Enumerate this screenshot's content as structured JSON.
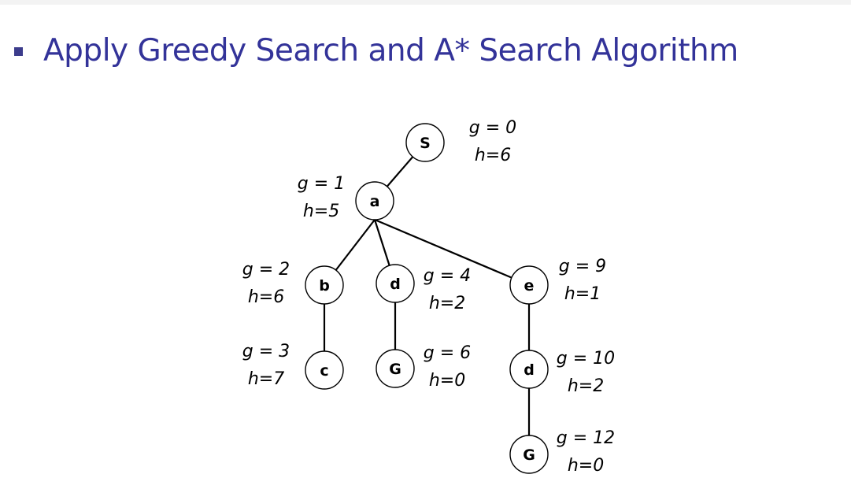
{
  "heading": {
    "text": "Apply Greedy Search and A* Search Algorithm",
    "color": "#333399",
    "bullet_color": "#3c3c8c"
  },
  "tree": {
    "nodes": [
      {
        "id": "S",
        "label": "S",
        "g": "g = 0",
        "h": "h=6"
      },
      {
        "id": "a",
        "label": "a",
        "g": "g = 1",
        "h": "h=5"
      },
      {
        "id": "b",
        "label": "b",
        "g": "g = 2",
        "h": "h=6"
      },
      {
        "id": "d1",
        "label": "d",
        "g": "g = 4",
        "h": "h=2"
      },
      {
        "id": "e",
        "label": "e",
        "g": "g = 9",
        "h": "h=1"
      },
      {
        "id": "c",
        "label": "c",
        "g": "g = 3",
        "h": "h=7"
      },
      {
        "id": "G1",
        "label": "G",
        "g": "g = 6",
        "h": "h=0"
      },
      {
        "id": "d2",
        "label": "d",
        "g": "g = 10",
        "h": "h=2"
      },
      {
        "id": "G2",
        "label": "G",
        "g": "g = 12",
        "h": "h=0"
      }
    ],
    "edges": [
      [
        "S",
        "a"
      ],
      [
        "a",
        "b"
      ],
      [
        "a",
        "d1"
      ],
      [
        "a",
        "e"
      ],
      [
        "b",
        "c"
      ],
      [
        "d1",
        "G1"
      ],
      [
        "e",
        "d2"
      ],
      [
        "d2",
        "G2"
      ]
    ]
  }
}
